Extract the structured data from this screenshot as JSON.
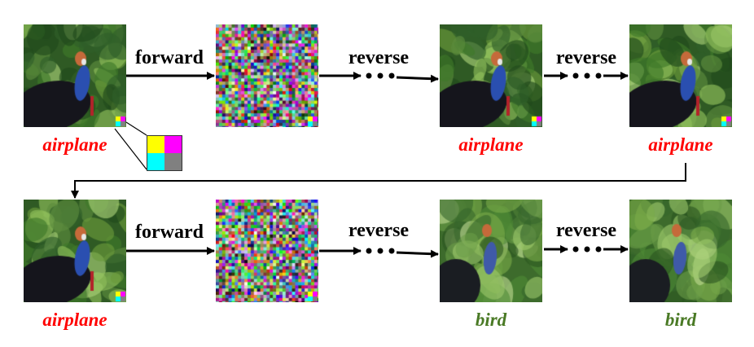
{
  "colors": {
    "airplane_label": "#ff0000",
    "bird_label": "#4a7a25",
    "trigger_yellow": "#ffff00",
    "trigger_magenta": "#ff00ff",
    "trigger_cyan": "#00ffff",
    "trigger_gray": "#808080",
    "arrow": "#000000"
  },
  "rows": [
    {
      "forward_label": "forward",
      "reverse_label_1": "reverse",
      "reverse_label_2": "reverse",
      "input_label": "airplane",
      "output_1_label": "airplane",
      "output_2_label": "airplane"
    },
    {
      "forward_label": "forward",
      "reverse_label_1": "reverse",
      "reverse_label_2": "reverse",
      "input_label": "airplane",
      "output_1_label": "bird",
      "output_2_label": "bird"
    }
  ]
}
